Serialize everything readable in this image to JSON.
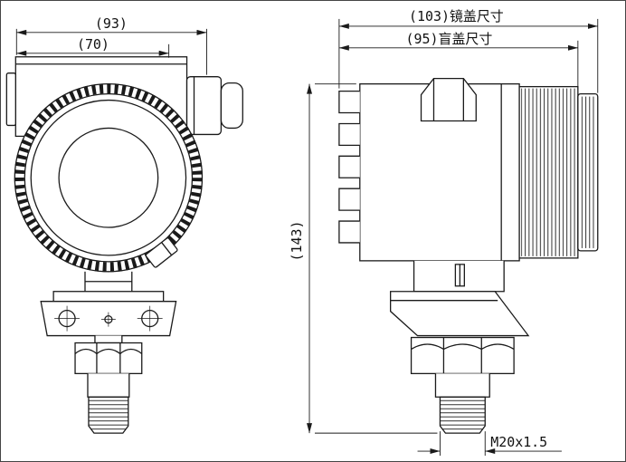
{
  "dimensions": {
    "front_overall_width": "(93)",
    "front_cap_width": "(70)",
    "lens_cover_length": "(103)镜盖尺寸",
    "blind_cover_length": "(95)盲盖尺寸",
    "overall_height": "(143)",
    "process_thread": "M20x1.5"
  },
  "colors": {
    "ink": "#1a1a1a",
    "background": "#ffffff"
  }
}
